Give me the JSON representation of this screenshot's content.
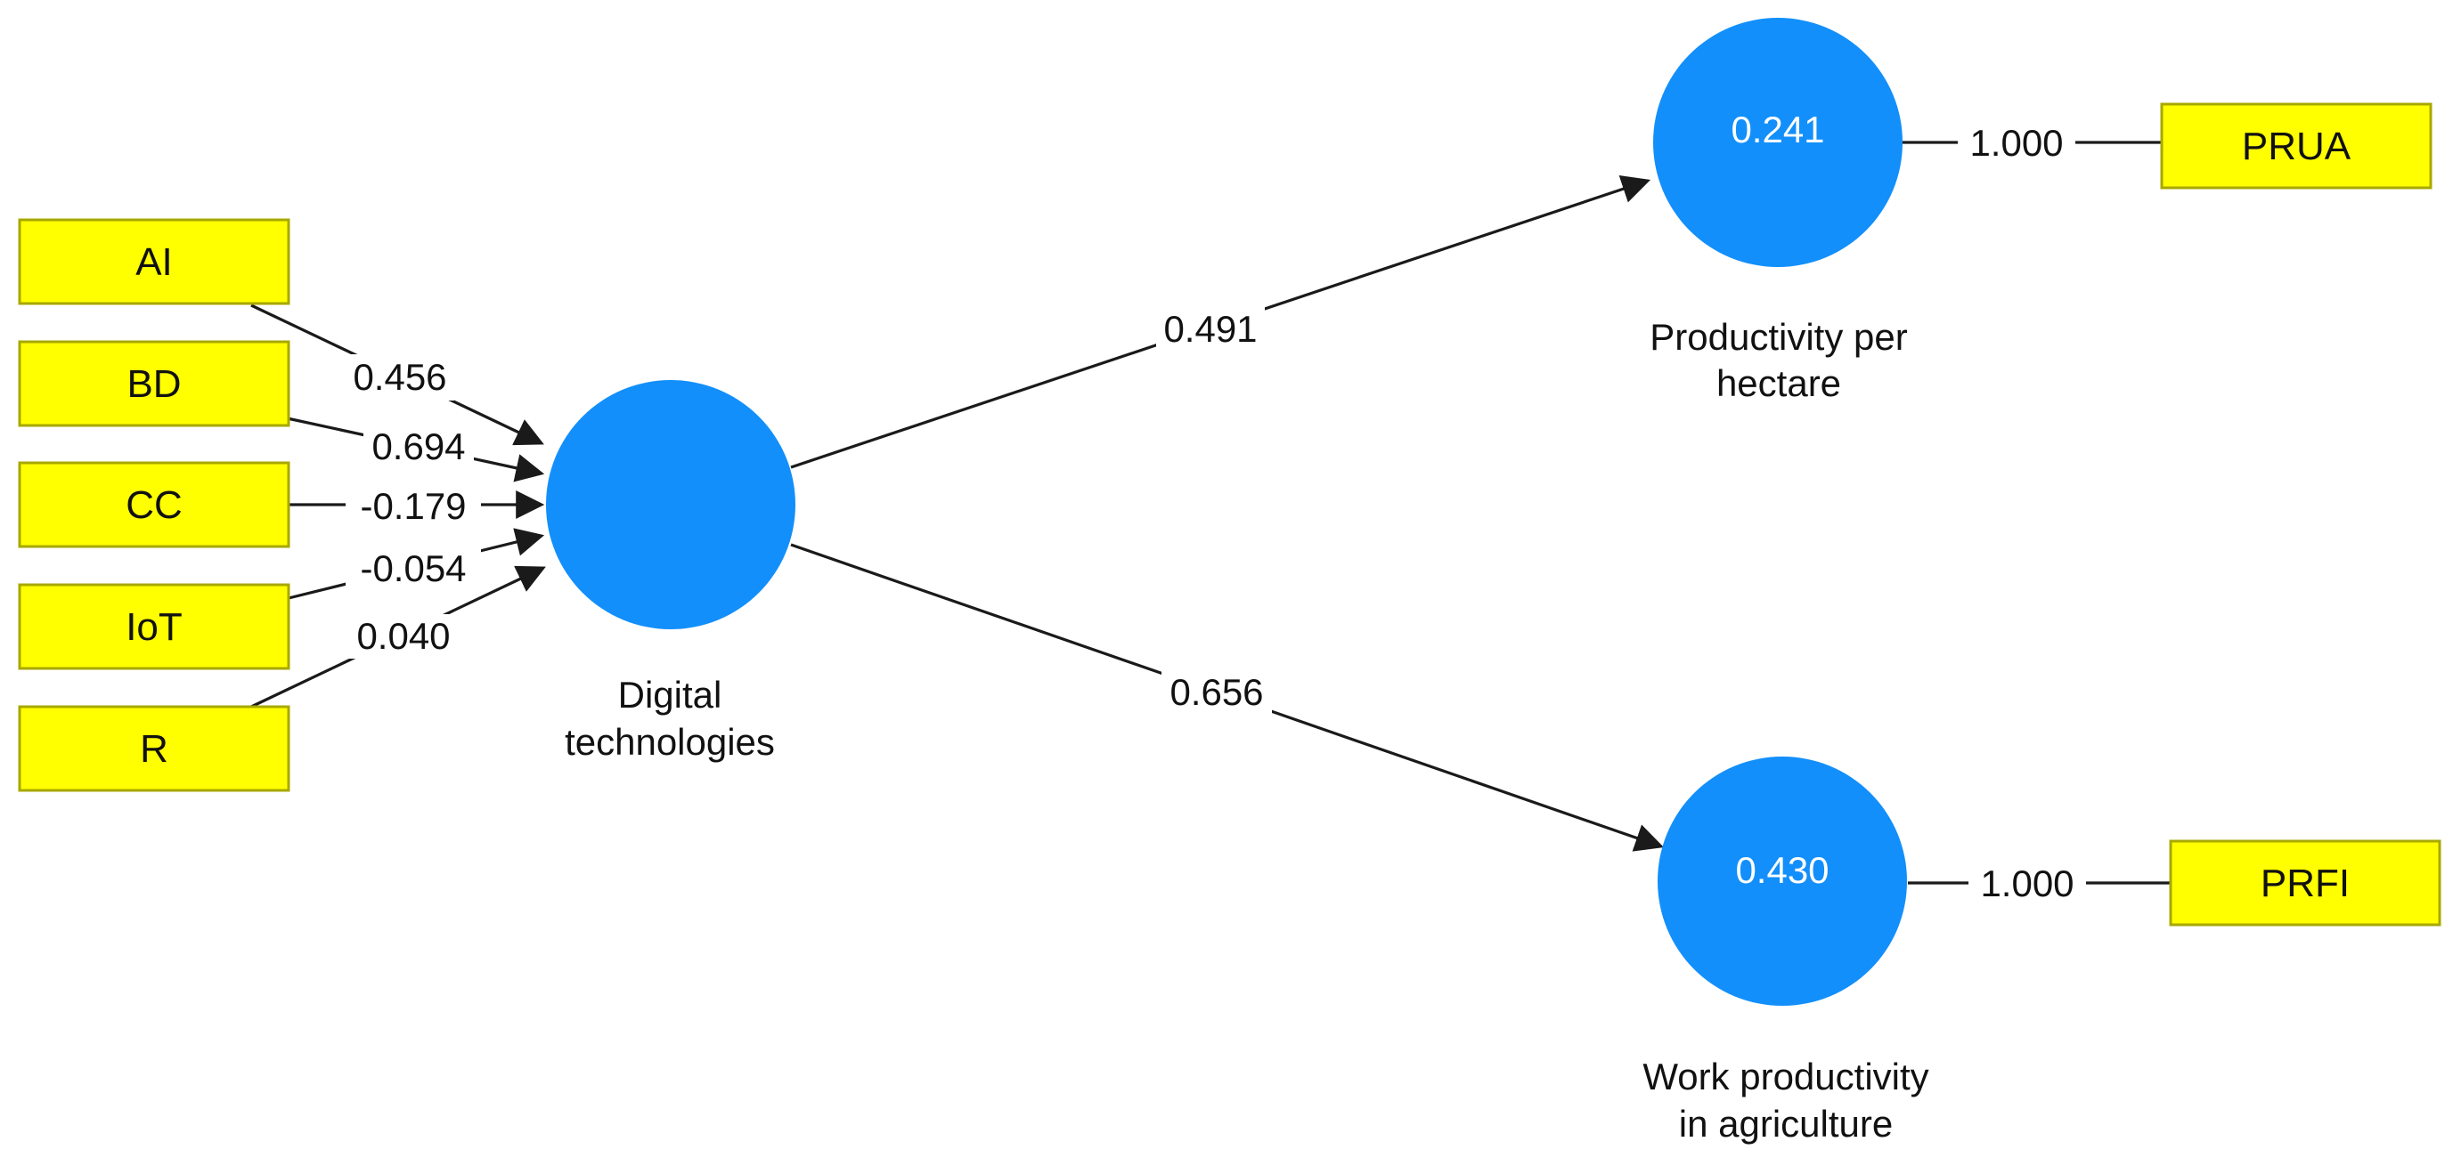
{
  "indicators": {
    "ai": "AI",
    "bd": "BD",
    "cc": "CC",
    "iot": "IoT",
    "r": "R",
    "prua": "PRUA",
    "prfi": "PRFI"
  },
  "constructs": {
    "digital": {
      "line1": "Digital",
      "line2": "technologies",
      "value": ""
    },
    "hectare": {
      "line1": "Productivity per",
      "line2": "hectare",
      "value": "0.241"
    },
    "work": {
      "line1": "Work productivity",
      "line2": "in agriculture",
      "value": "0.430"
    }
  },
  "weights": {
    "ai": "0.456",
    "bd": "0.694",
    "cc": "-0.179",
    "iot": "-0.054",
    "r": "0.040"
  },
  "paths": {
    "digital_to_hectare": "0.491",
    "digital_to_work": "0.656"
  },
  "loadings": {
    "prua": "1.000",
    "prfi": "1.000"
  },
  "colors": {
    "construct_fill": "#128ffb",
    "indicator_fill": "#ffff00",
    "indicator_border": "#a8a800",
    "edge": "#1a1a1a"
  }
}
